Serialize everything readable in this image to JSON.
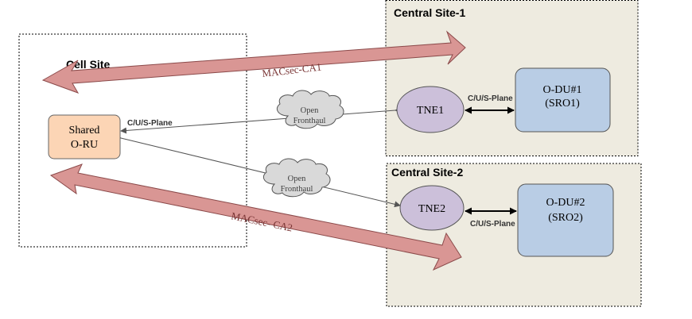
{
  "colors": {
    "site_fill": "#eeebe0",
    "oru_fill": "#fcd5b5",
    "tne_fill": "#ccc0da",
    "odu_fill": "#b9cde5",
    "arrow_fill": "#d99694",
    "arrow_stroke": "#8b4a4a",
    "cloud_fill": "#d9d9d9"
  },
  "cell_site": {
    "title": "Cell Site"
  },
  "central_site_1": {
    "title": "Central Site-1"
  },
  "central_site_2": {
    "title": "Central Site-2"
  },
  "oru": {
    "line1": "Shared",
    "line2": "O-RU"
  },
  "tne1": {
    "label": "TNE1"
  },
  "tne2": {
    "label": "TNE2"
  },
  "odu1": {
    "line1": "O-DU#1",
    "line2": "(SRO1)"
  },
  "odu2": {
    "line1": "O-DU#2",
    "line2": "(SRO2)"
  },
  "cloud1": {
    "line1": "Open",
    "line2": "Fronthaul"
  },
  "cloud2": {
    "line1": "Open",
    "line2": "Fronthaul"
  },
  "plane_labels": {
    "oru_side": "C/U/S-Plane",
    "site1": "C/U/S-Plane",
    "site2": "C/U/S-Plane"
  },
  "macsec": {
    "ca1": "MACsec-CA1",
    "ca2": "MACsec- CA2"
  }
}
